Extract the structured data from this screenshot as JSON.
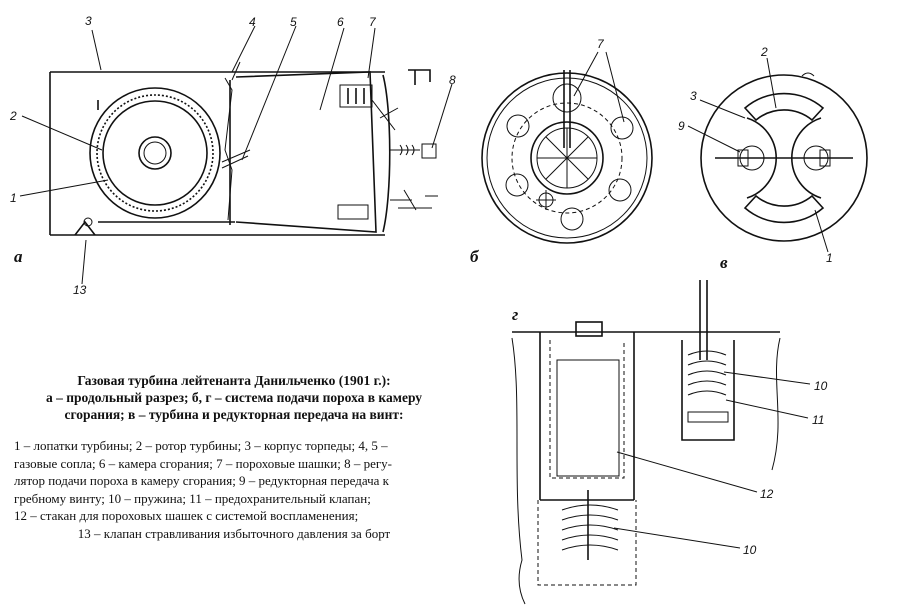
{
  "panels": {
    "a": "а",
    "b": "б",
    "v": "в",
    "g": "г"
  },
  "labels": {
    "a": [
      "1",
      "2",
      "3",
      "4",
      "5",
      "6",
      "7",
      "8",
      "13"
    ],
    "b": [
      "7"
    ],
    "v": [
      "1",
      "2",
      "3",
      "9"
    ],
    "g": [
      "10",
      "11",
      "12",
      "10"
    ]
  },
  "caption": {
    "title_lines": [
      "Газовая турбина лейтенанта Данильченко (1901 г.):",
      "а – продольный разрез; б, г – система подачи пороха в камеру",
      "сгорания; в – турбина и редукторная передача на винт:"
    ],
    "legend_lines": [
      "1 – лопатки турбины; 2 – ротор турбины; 3 – корпус торпеды; 4, 5 –",
      "газовые сопла; 6 – камера сгорания; 7 – пороховые шашки; 8 – регу-",
      "лятор подачи пороха в камеру сгорания; 9 – редукторная передача к",
      "гребному винту; 10 – пружина; 11 – предохранительный клапан;",
      "12 – стакан для пороховых шашек с системой воспламенения;",
      "13 – клапан стравливания избыточного давления за борт"
    ]
  }
}
